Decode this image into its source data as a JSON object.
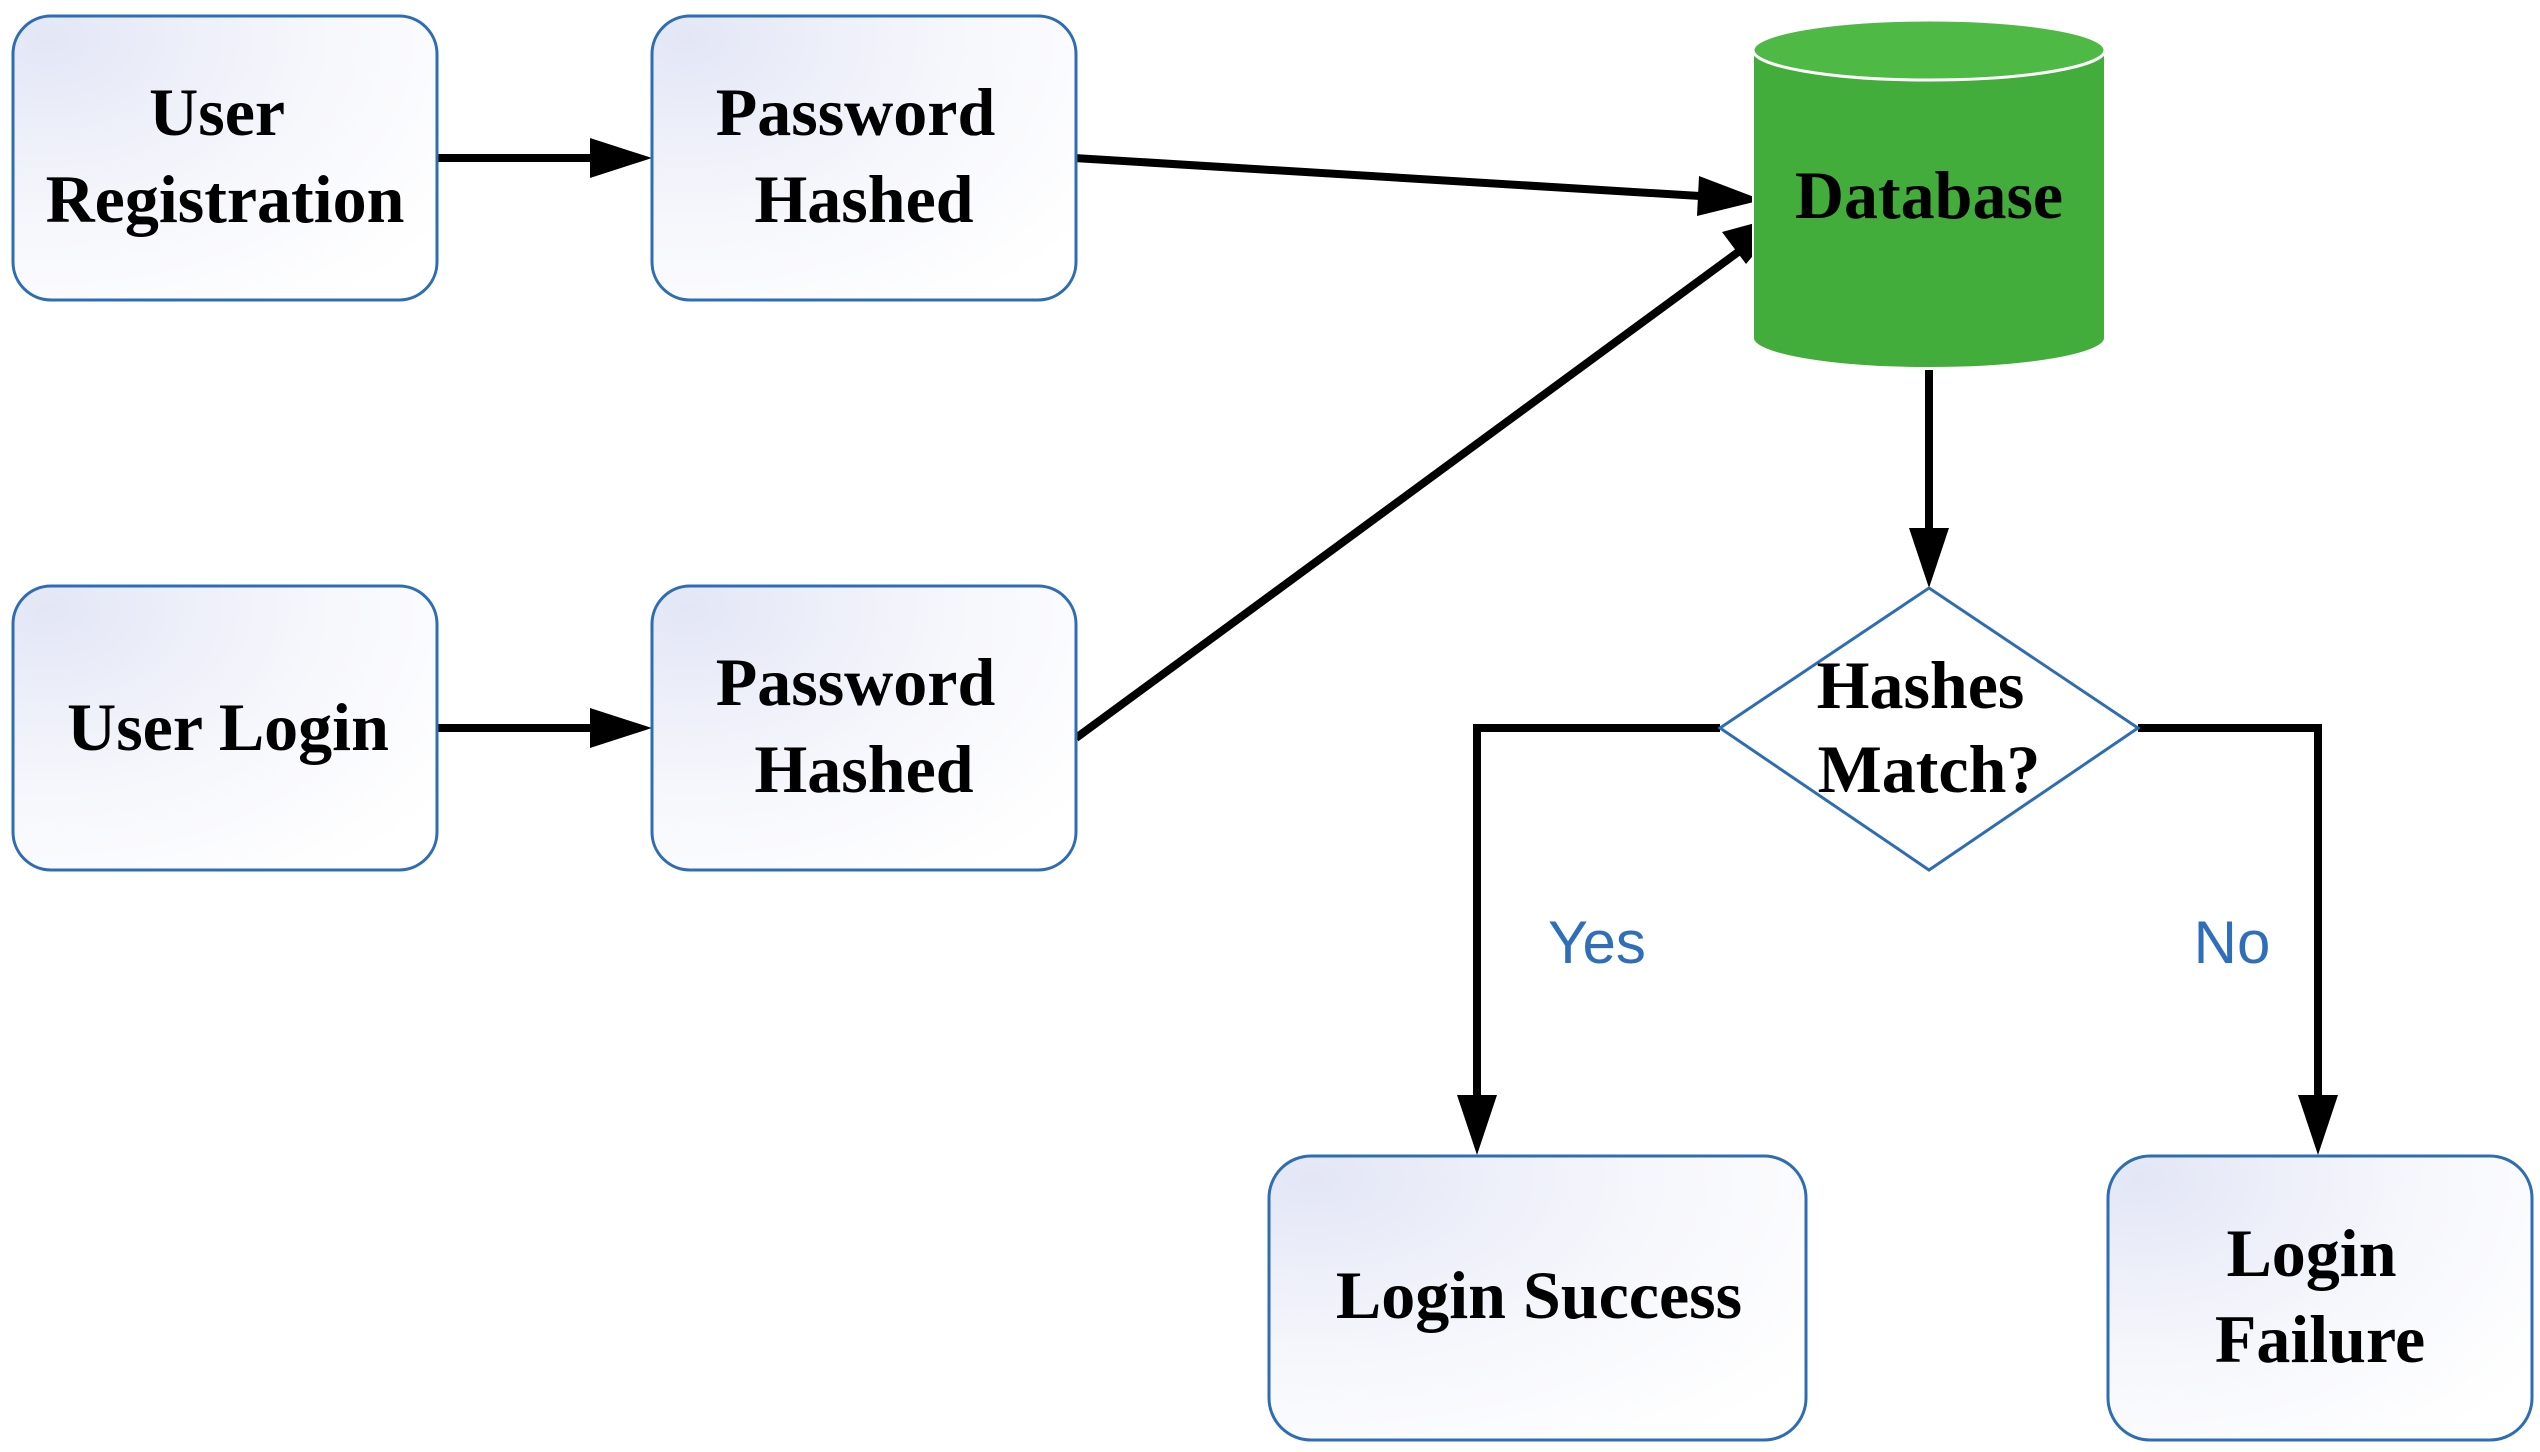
{
  "nodes": {
    "user_registration": {
      "lines": [
        "User",
        "Registration"
      ]
    },
    "password_hashed_registration": {
      "lines": [
        "Password",
        "Hashed"
      ]
    },
    "database": {
      "label": "Database"
    },
    "user_login": {
      "lines": [
        "User Login"
      ]
    },
    "password_hashed_login": {
      "lines": [
        "Password",
        "Hashed"
      ]
    },
    "hashes_match": {
      "lines": [
        "Hashes",
        "Match?"
      ]
    },
    "login_success": {
      "lines": [
        "Login Success"
      ]
    },
    "login_failure": {
      "lines": [
        "Login",
        "Failure"
      ]
    }
  },
  "edge_labels": {
    "yes": "Yes",
    "no": "No"
  },
  "colors": {
    "box_border": "#2e6db4",
    "box_fill_light": "#ffffff",
    "box_fill_tint": "#e6e9f7",
    "database_fill": "#43ad3b",
    "database_top": "#52bf47",
    "arrow": "#000000",
    "edge_label": "#2f6fba"
  }
}
